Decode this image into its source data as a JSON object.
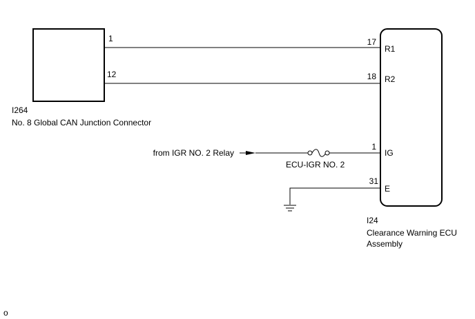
{
  "connector_i264": {
    "code": "I264",
    "name": "No. 8 Global CAN Junction Connector",
    "pins": {
      "p1": "1",
      "p12": "12"
    }
  },
  "ecu_i24": {
    "code": "I24",
    "name_line1": "Clearance Warning ECU",
    "name_line2": "Assembly",
    "pins": {
      "r1_num": "17",
      "r1_name": "R1",
      "r2_num": "18",
      "r2_name": "R2",
      "ig_num": "1",
      "ig_name": "IG",
      "e_num": "31",
      "e_name": "E"
    }
  },
  "supply": {
    "source_label": "from IGR NO. 2 Relay",
    "fuse_label": "ECU-IGR NO. 2"
  },
  "footer": {
    "mark": "o"
  },
  "icons": [
    "ground-icon",
    "fuse-icon",
    "arrow-right-icon"
  ]
}
